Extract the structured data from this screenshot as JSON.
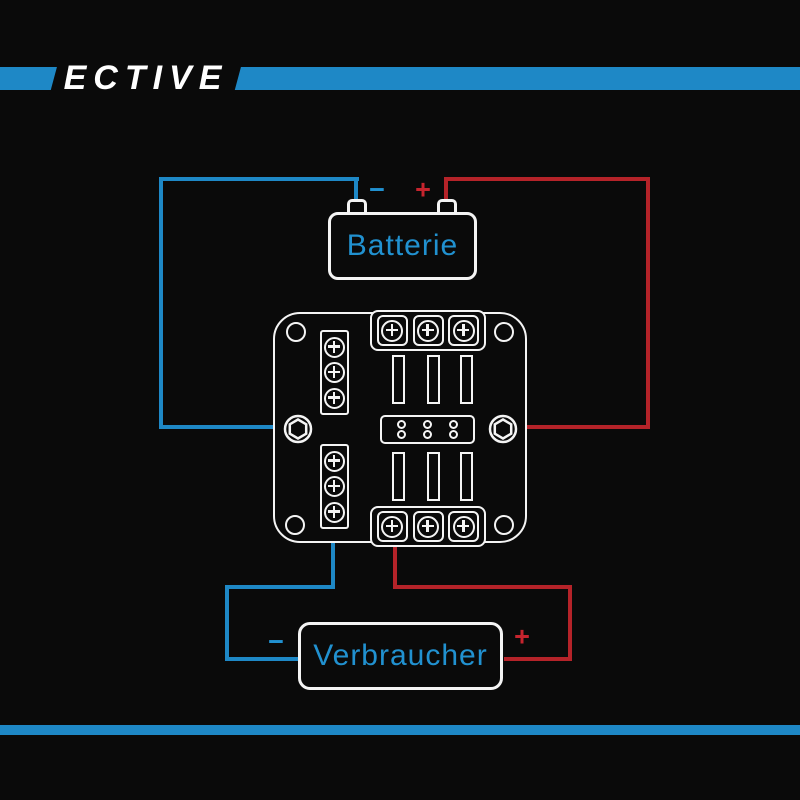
{
  "header": {
    "logo_text": "ECTIVE"
  },
  "diagram": {
    "battery": {
      "label": "Batterie",
      "negative_sign": "−",
      "positive_sign": "+"
    },
    "consumer": {
      "label": "Verbraucher",
      "negative_sign": "−",
      "positive_sign": "+"
    },
    "distribution_block": {
      "left_terminal_strips": 2,
      "screws_per_strip": 3,
      "bus_terminals_top": 3,
      "bus_terminals_bottom": 3,
      "fuse_slots": 6,
      "mounting_holes": 4,
      "hex_bolts": 2
    },
    "icons": {
      "screw_terminal": "circle-with-cross",
      "bus_terminal": "rounded-square-circle-cross",
      "hex_bolt": "hexagon-in-circle",
      "mounting_hole": "circle",
      "fuse_slot": "vertical-slot"
    }
  },
  "colors": {
    "brand_blue": "#1e88c6",
    "wire_blue": "#1e88c6",
    "wire_red": "#b52329",
    "sign_blue": "#2191d0",
    "sign_red": "#c6242e",
    "text_blue": "#2191d0",
    "outline_white": "#f4f4f4",
    "background": "#0a0a0a",
    "logo_white": "#ffffff"
  }
}
